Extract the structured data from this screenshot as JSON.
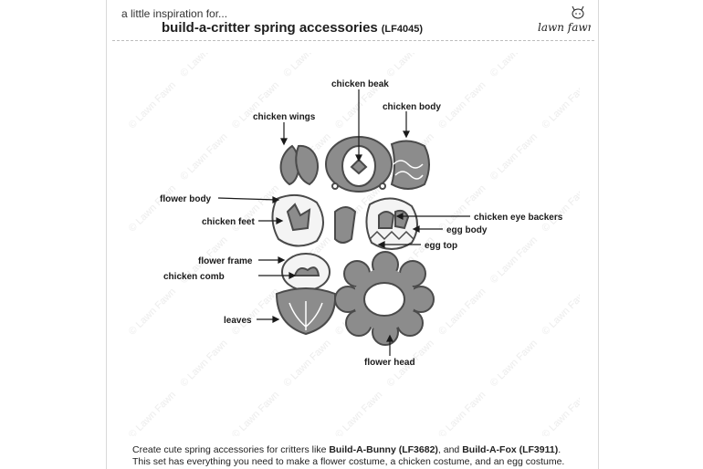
{
  "header": {
    "tagline": "a little inspiration for...",
    "title": "build-a-critter spring accessories",
    "product_code": "(LF4045)",
    "logo_text": "lawn fawn"
  },
  "watermark_text": "© Lawn Fawn",
  "callouts": {
    "chicken_beak": "chicken beak",
    "chicken_body": "chicken body",
    "chicken_wings": "chicken wings",
    "flower_body": "flower body",
    "chicken_feet": "chicken feet",
    "chicken_eye_backers": "chicken eye backers",
    "egg_body": "egg body",
    "egg_top": "egg top",
    "flower_frame": "flower frame",
    "chicken_comb": "chicken comb",
    "leaves": "leaves",
    "flower_head": "flower head"
  },
  "description": {
    "line1_pre": "Create cute spring accessories for critters like ",
    "link1": "Build-A-Bunny (LF3682)",
    "line1_mid": ", and ",
    "link2": "Build-A-Fox (LF3911)",
    "line1_post": ".",
    "line2": "This set has everything you need to make a flower costume, a chicken costume, and an egg costume."
  },
  "colors": {
    "die_fill": "#8c8c8c",
    "die_edge": "#4a4a4a",
    "background": "#ffffff"
  }
}
